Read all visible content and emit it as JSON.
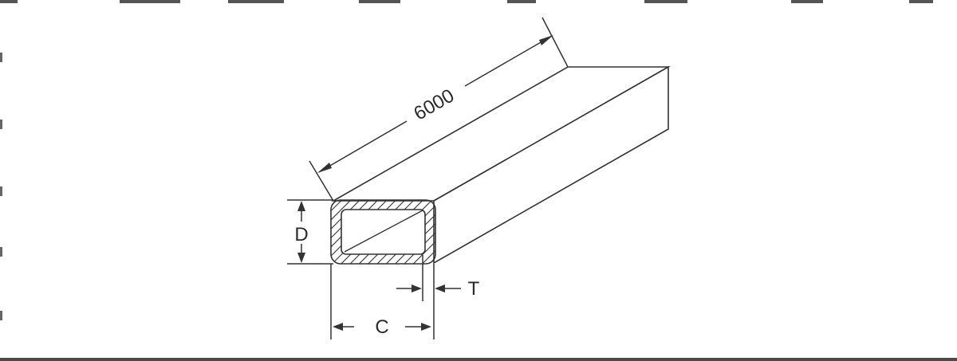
{
  "diagram": {
    "labels": {
      "length": "6000",
      "depth": "D",
      "width": "C",
      "thickness": "T"
    },
    "colors": {
      "line": "#333333",
      "hatch": "#333333",
      "background": "#ffffff",
      "bottom_border": "#4a4a4a"
    }
  }
}
